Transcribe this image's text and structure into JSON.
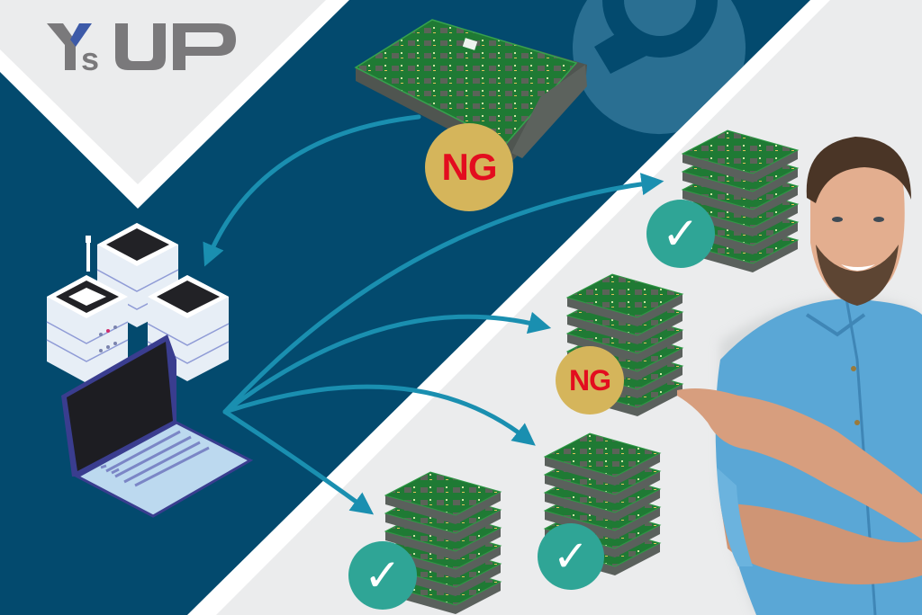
{
  "brand": {
    "name": "YsUP",
    "letters": [
      "Y",
      "s",
      "U",
      "P"
    ],
    "logo_gray": "#7a797b",
    "logo_accent": "#3d5aa8"
  },
  "colors": {
    "navy_background": "#034a6e",
    "light_background": "#ebeced",
    "border_white": "#ffffff",
    "arrow_teal": "#1a8fb0",
    "ng_badge_fill": "#d5b55b",
    "ng_text_red": "#e30d1f",
    "ok_badge_fill": "#2fa596",
    "watermark": "#2a6f92",
    "pcb_green": "#1f7a34",
    "shirt_blue": "#5aa7d6"
  },
  "scene": {
    "description": "PCB inspection flow: a single defective board is fed back to a server/laptop system which sorts board stacks into pass and fail",
    "source_board": {
      "label": "NG",
      "status": "fail"
    },
    "system": {
      "servers": 3,
      "device": "laptop"
    },
    "outputs": [
      {
        "id": "stack-top-right",
        "label": "✓",
        "status": "pass"
      },
      {
        "id": "stack-middle",
        "label": "NG",
        "status": "fail"
      },
      {
        "id": "stack-lower-right",
        "label": "✓",
        "status": "pass"
      },
      {
        "id": "stack-bottom-left",
        "label": "✓",
        "status": "pass"
      }
    ],
    "person": {
      "description": "smiling man in denim shirt pointing left toward the NG stack"
    }
  },
  "badges": {
    "ng_label": "NG",
    "check_glyph": "✓"
  }
}
